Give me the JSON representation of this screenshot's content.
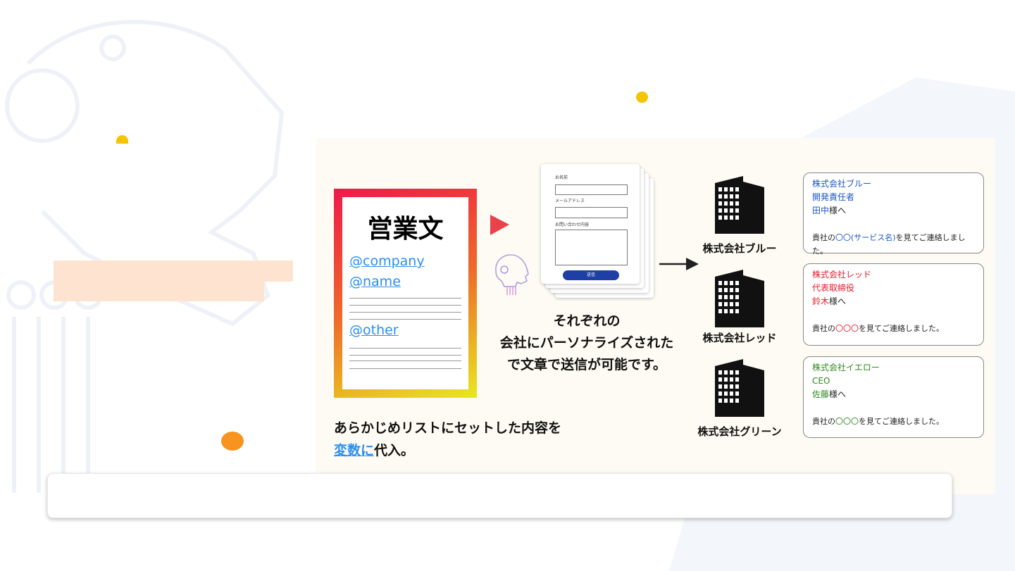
{
  "document": {
    "title": "営業文",
    "variables": [
      "@company",
      "@name",
      "@other"
    ]
  },
  "form": {
    "name_label": "お名前",
    "email_label": "メールアドレス",
    "inquiry_label": "お問い合わせ内容",
    "submit_label": "送信"
  },
  "caption_center": [
    "それぞれの",
    "会社にパーソナライズされた",
    "で文章で送信が可能です。"
  ],
  "caption_bottom": {
    "line1": "あらかじめリストにセットした内容を",
    "highlight": "変数に",
    "line2_rest": "代入。"
  },
  "companies": [
    {
      "label": "株式会社ブルー",
      "color": "#1a56c8",
      "company": "株式会社ブルー",
      "title": "開発責任者",
      "name": "田中",
      "honorific": "様へ",
      "msg_pre": "貴社の",
      "msg_var": "〇〇(サービス名)",
      "msg_post": "を見てご連絡しました。"
    },
    {
      "label": "株式会社レッド",
      "color": "#e8192c",
      "company": "株式会社レッド",
      "title": "代表取締役",
      "name": "鈴木",
      "honorific": "様へ",
      "msg_pre": "貴社の",
      "msg_var": "〇〇〇",
      "msg_post": "を見てご連絡しました。"
    },
    {
      "label": "株式会社グリーン",
      "color": "#2e8a1e",
      "company": "株式会社イエロー",
      "title": "CEO",
      "name": "佐藤",
      "honorific": "様へ",
      "msg_pre": "貴社の",
      "msg_var": "〇〇〇",
      "msg_post": "を見てご連絡しました。"
    }
  ],
  "colors": {
    "panel_bg": "#fdfbf3",
    "accent_orange": "#f7931e",
    "accent_yellow": "#f5c400",
    "redaction": "#fde3d0"
  }
}
